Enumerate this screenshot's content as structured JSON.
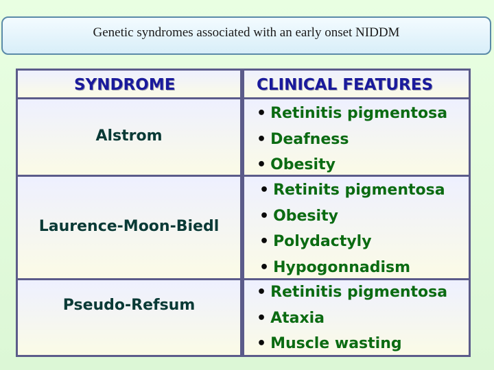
{
  "title": "Genetic syndromes associated with an early onset NIDDM",
  "table": {
    "headers": {
      "syndrome": "SYNDROME",
      "features": "CLINICAL FEATURES"
    },
    "rows": [
      {
        "syndrome": "Alstrom",
        "features": [
          "Retinitis pigmentosa",
          "Deafness",
          "Obesity"
        ]
      },
      {
        "syndrome": "Laurence-Moon-Biedl",
        "features": [
          "Retinits pigmentosa",
          "Obesity",
          "Polydactyly",
          "Hypogonnadism"
        ]
      },
      {
        "syndrome": "Pseudo-Refsum",
        "features": [
          "Retinitis pigmentosa",
          "Ataxia",
          "Muscle wasting"
        ]
      }
    ]
  },
  "bullet": "•",
  "colors": {
    "header_text": "#1a1a9c",
    "feature_text": "#0b6b12",
    "syndrome_text": "#0a3a36",
    "border": "#5b5b8a"
  }
}
